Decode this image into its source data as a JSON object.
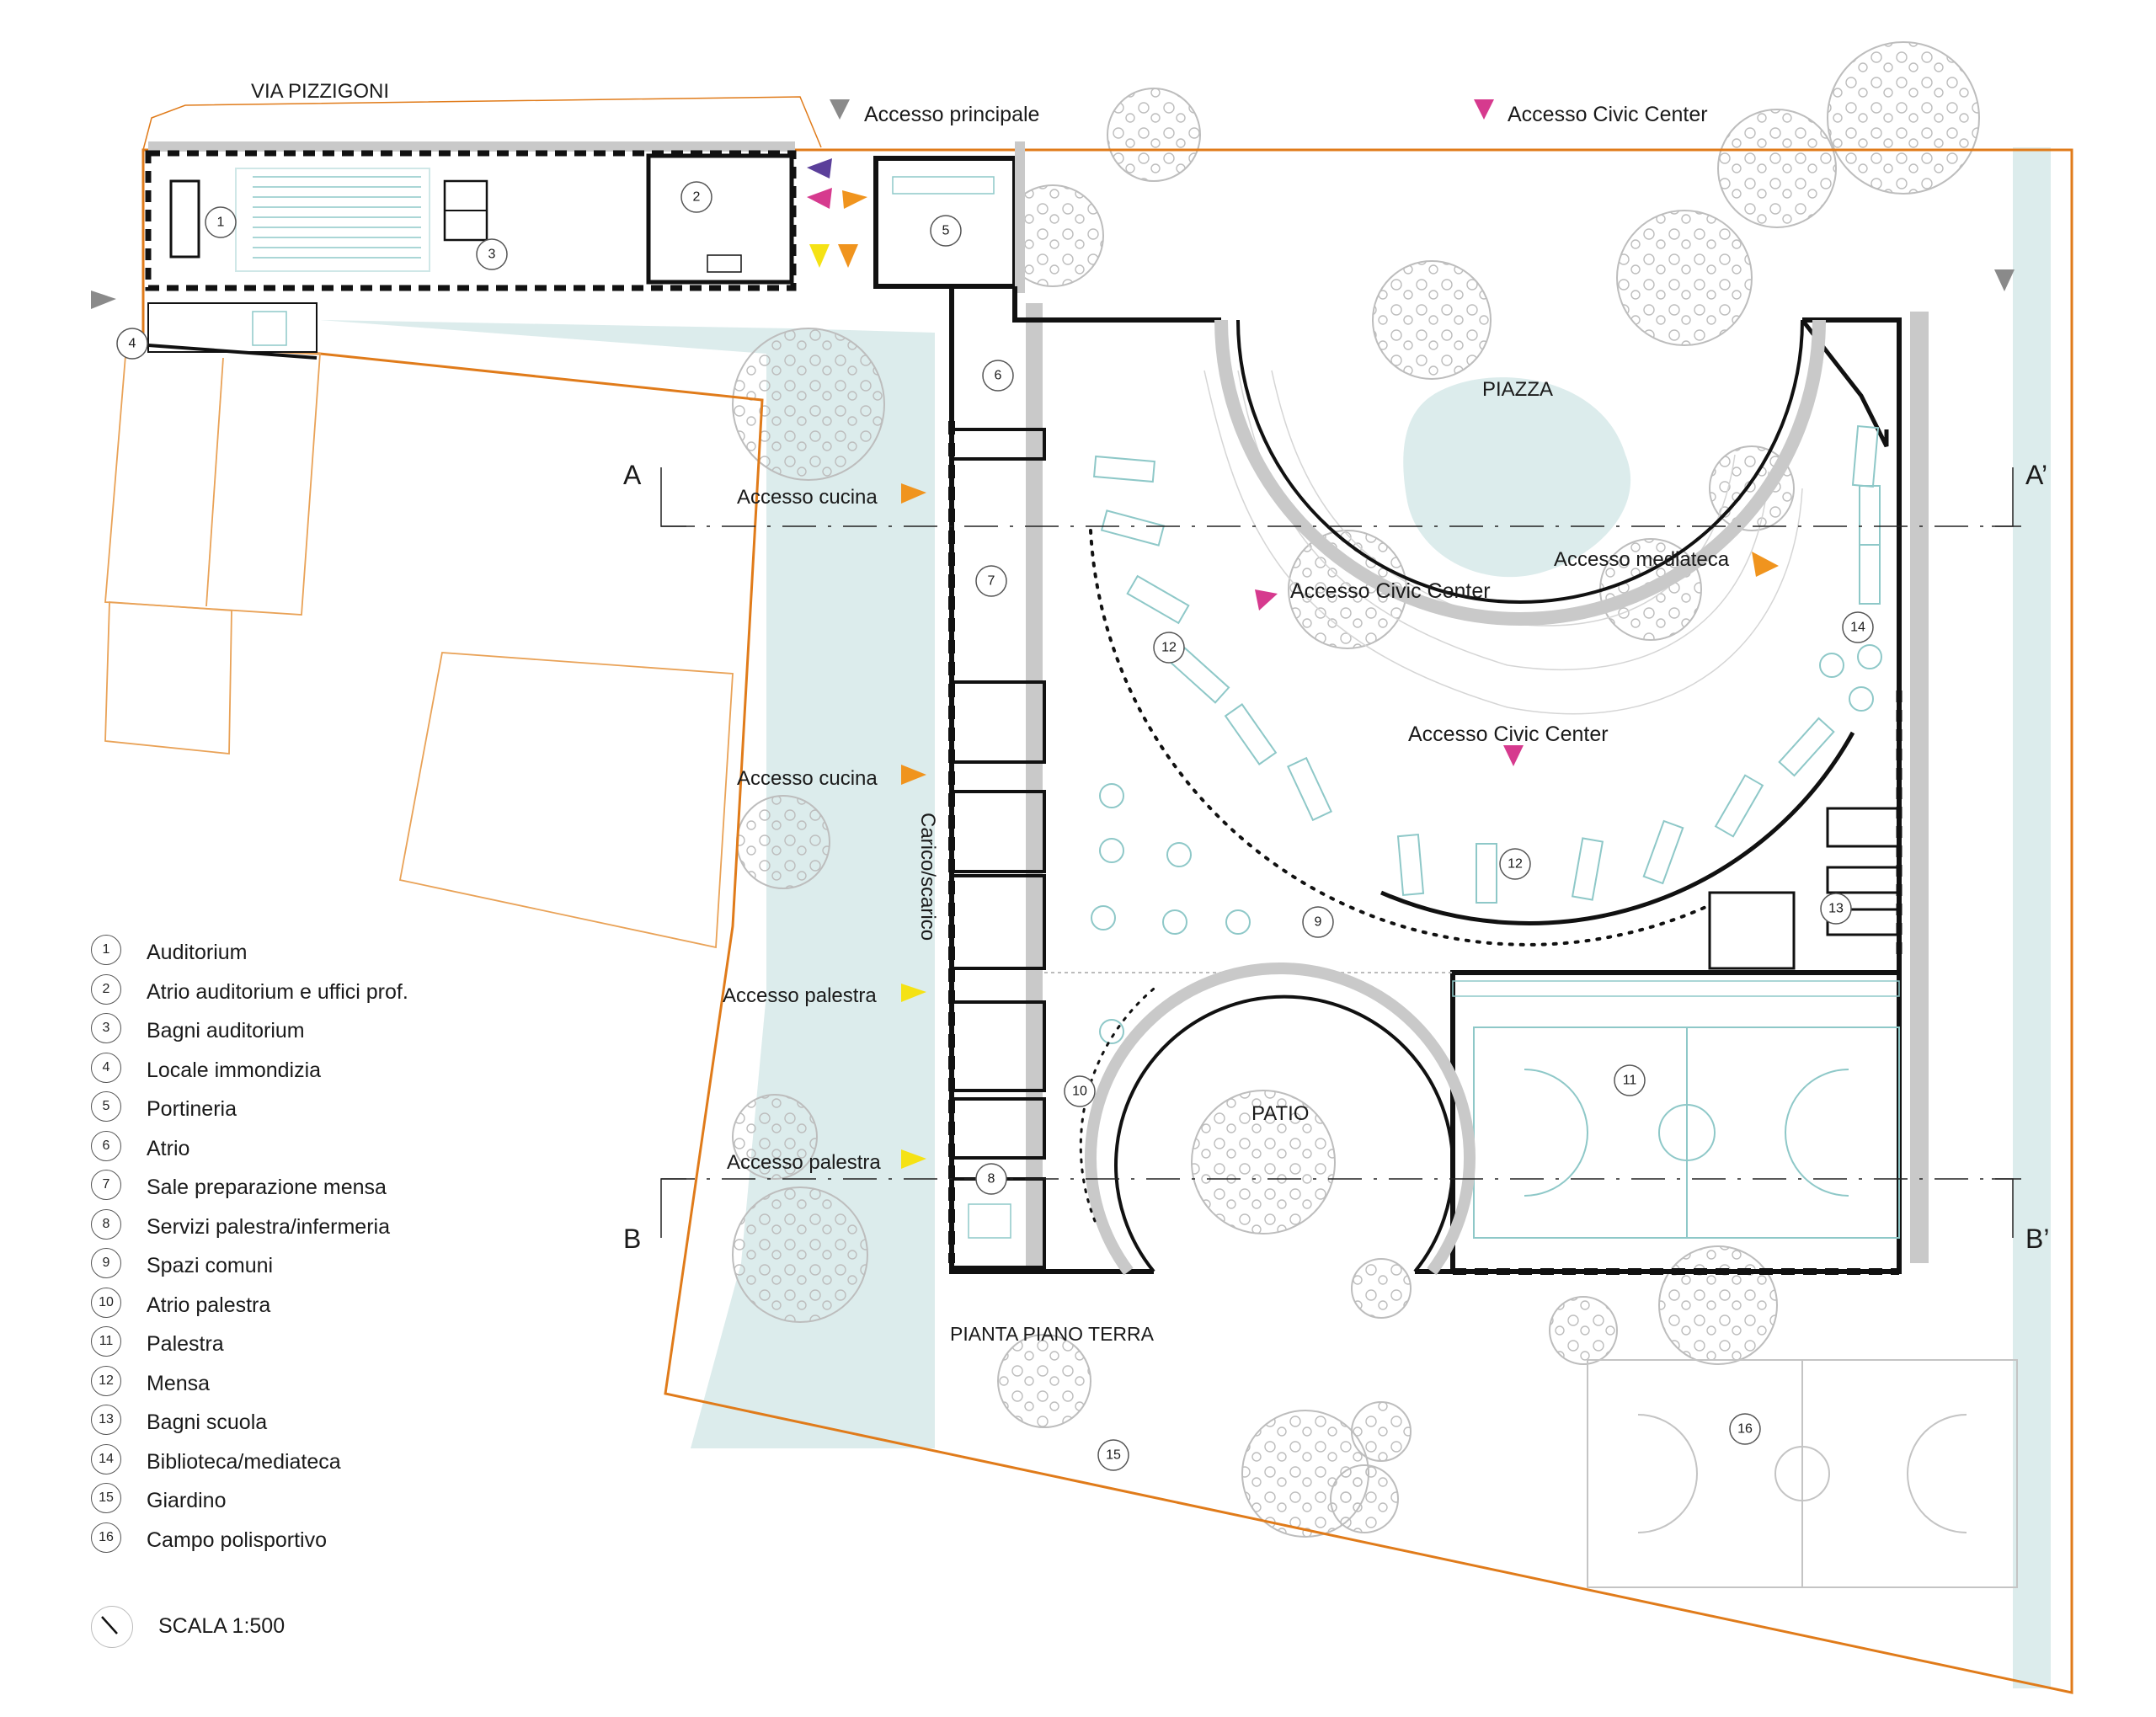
{
  "labels": {
    "street": "VIA PIZZIGONI",
    "main_entrance": "Accesso principale",
    "civic_center": "Accesso Civic Center",
    "piazza": "PIAZZA",
    "section_a": "A",
    "section_a_prime": "A’",
    "section_b": "B",
    "section_b_prime": "B’",
    "kitchen_access": "Accesso cucina",
    "gym_access": "Accesso palestra",
    "library_access": "Accesso mediateca",
    "loading": "Carico/scarico",
    "patio": "PATIO",
    "plan_title": "PIANTA PIANO TERRA"
  },
  "room_numbers": [
    "1",
    "2",
    "3",
    "4",
    "5",
    "6",
    "7",
    "8",
    "9",
    "10",
    "11",
    "12",
    "13",
    "14",
    "15",
    "16"
  ],
  "legend": [
    {
      "num": "1",
      "label": "Auditorium"
    },
    {
      "num": "2",
      "label": "Atrio auditorium e uffici prof."
    },
    {
      "num": "3",
      "label": "Bagni auditorium"
    },
    {
      "num": "4",
      "label": "Locale immondizia"
    },
    {
      "num": "5",
      "label": "Portineria"
    },
    {
      "num": "6",
      "label": "Atrio"
    },
    {
      "num": "7",
      "label": "Sale preparazione mensa"
    },
    {
      "num": "8",
      "label": "Servizi palestra/infermeria"
    },
    {
      "num": "9",
      "label": "Spazi comuni"
    },
    {
      "num": "10",
      "label": "Atrio palestra"
    },
    {
      "num": "11",
      "label": "Palestra"
    },
    {
      "num": "12",
      "label": "Mensa"
    },
    {
      "num": "13",
      "label": "Bagni scuola"
    },
    {
      "num": "14",
      "label": "Biblioteca/mediateca"
    },
    {
      "num": "15",
      "label": "Giardino"
    },
    {
      "num": "16",
      "label": "Campo polisportivo"
    }
  ],
  "scale": "SCALA 1:500",
  "colors": {
    "site_boundary": "#e07b1a",
    "green_area": "#dcecec",
    "wall": "#111111",
    "arrow_main": "#8a8a8a",
    "arrow_civic": "#d63a8e",
    "arrow_kitchen": "#f0941e",
    "arrow_gym": "#f5e214",
    "arrow_purple": "#5b3f9a",
    "furniture": "#8ec8c8",
    "tree": "#c9c9c9"
  }
}
